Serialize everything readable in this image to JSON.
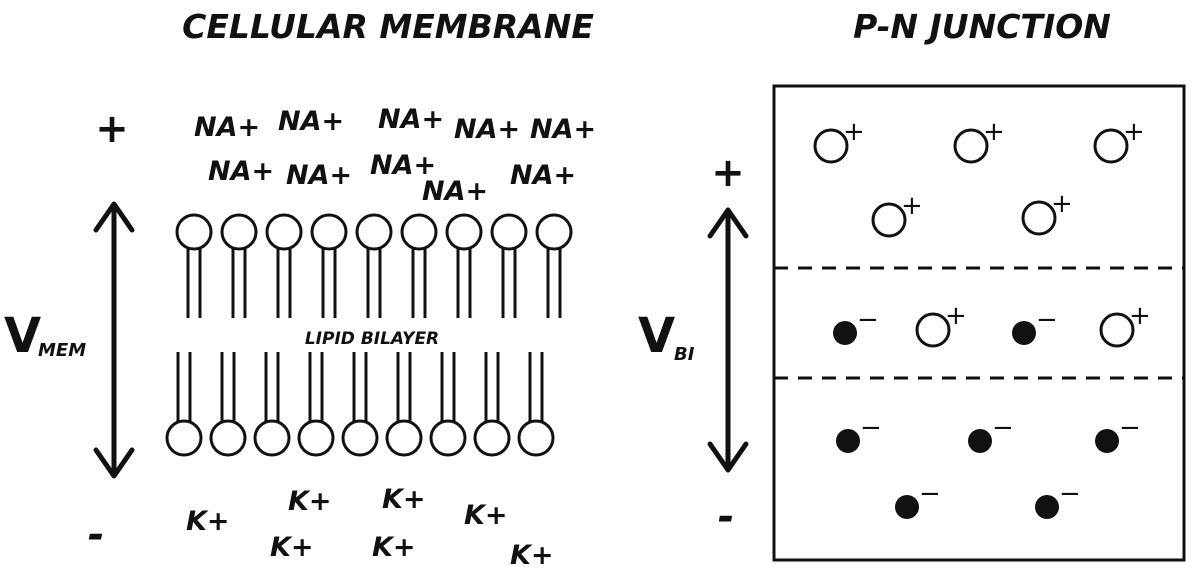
{
  "membrane": {
    "title": "CELLULAR MEMBRANE",
    "plus_sign": "+",
    "minus_sign": "-",
    "voltage_label": "V",
    "voltage_subscript": "MEM",
    "bilayer_label": "LIPID BILAYER",
    "sodium_ions": [
      "NA+",
      "NA+",
      "NA+",
      "NA+",
      "NA+",
      "NA+",
      "NA+",
      "NA+",
      "NA+",
      "NA+"
    ],
    "potassium_ions": [
      "K+",
      "K+",
      "K+",
      "K+",
      "K+",
      "K+",
      "K+"
    ]
  },
  "junction": {
    "title": "P-N JUNCTION",
    "plus_sign": "+",
    "minus_sign": "-",
    "voltage_label": "V",
    "voltage_subscript": "BI",
    "positive_charge_sign": "+",
    "negative_charge_sign": "−"
  }
}
